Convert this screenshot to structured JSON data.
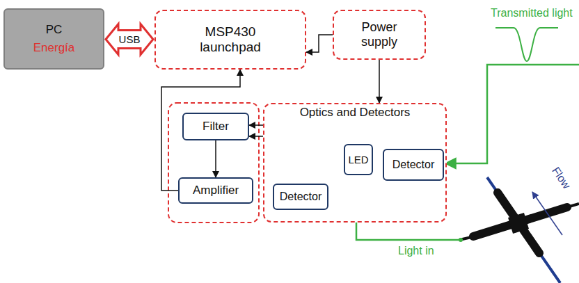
{
  "diagram": {
    "nodes": [
      {
        "text": [
          "PC",
          "Energía"
        ]
      },
      {
        "text": [
          "MSP430 launchpad"
        ]
      },
      {
        "text": [
          "Power supply"
        ]
      },
      {
        "text": [
          "Filter"
        ]
      },
      {
        "text": [
          "Amplifier"
        ]
      },
      {
        "text": [
          "Optics and Detectors"
        ]
      },
      {
        "text": [
          "LED"
        ],
        "in": 5
      },
      {
        "text": [
          "Detector"
        ],
        "in": 5
      },
      {
        "text": [
          "Detector"
        ],
        "in": 5
      }
    ],
    "edges": [
      {
        "from": 0,
        "to": 1,
        "label": "USB",
        "arrow": "both"
      },
      {
        "from": 2,
        "to": 1,
        "arrow": "to"
      },
      {
        "from": 2,
        "to": 5,
        "arrow": "to"
      },
      {
        "from": 7,
        "to": 3,
        "arrow": "to"
      },
      {
        "from": 8,
        "to": 3,
        "arrow": "to"
      },
      {
        "from": 3,
        "to": 4,
        "arrow": "to"
      },
      {
        "from": 4,
        "to": 1,
        "arrow": "to"
      },
      {
        "from": 6,
        "to": 8,
        "arrow": "to"
      }
    ],
    "labels": [
      "Transmitted light",
      "Light in",
      "Flow"
    ]
  }
}
